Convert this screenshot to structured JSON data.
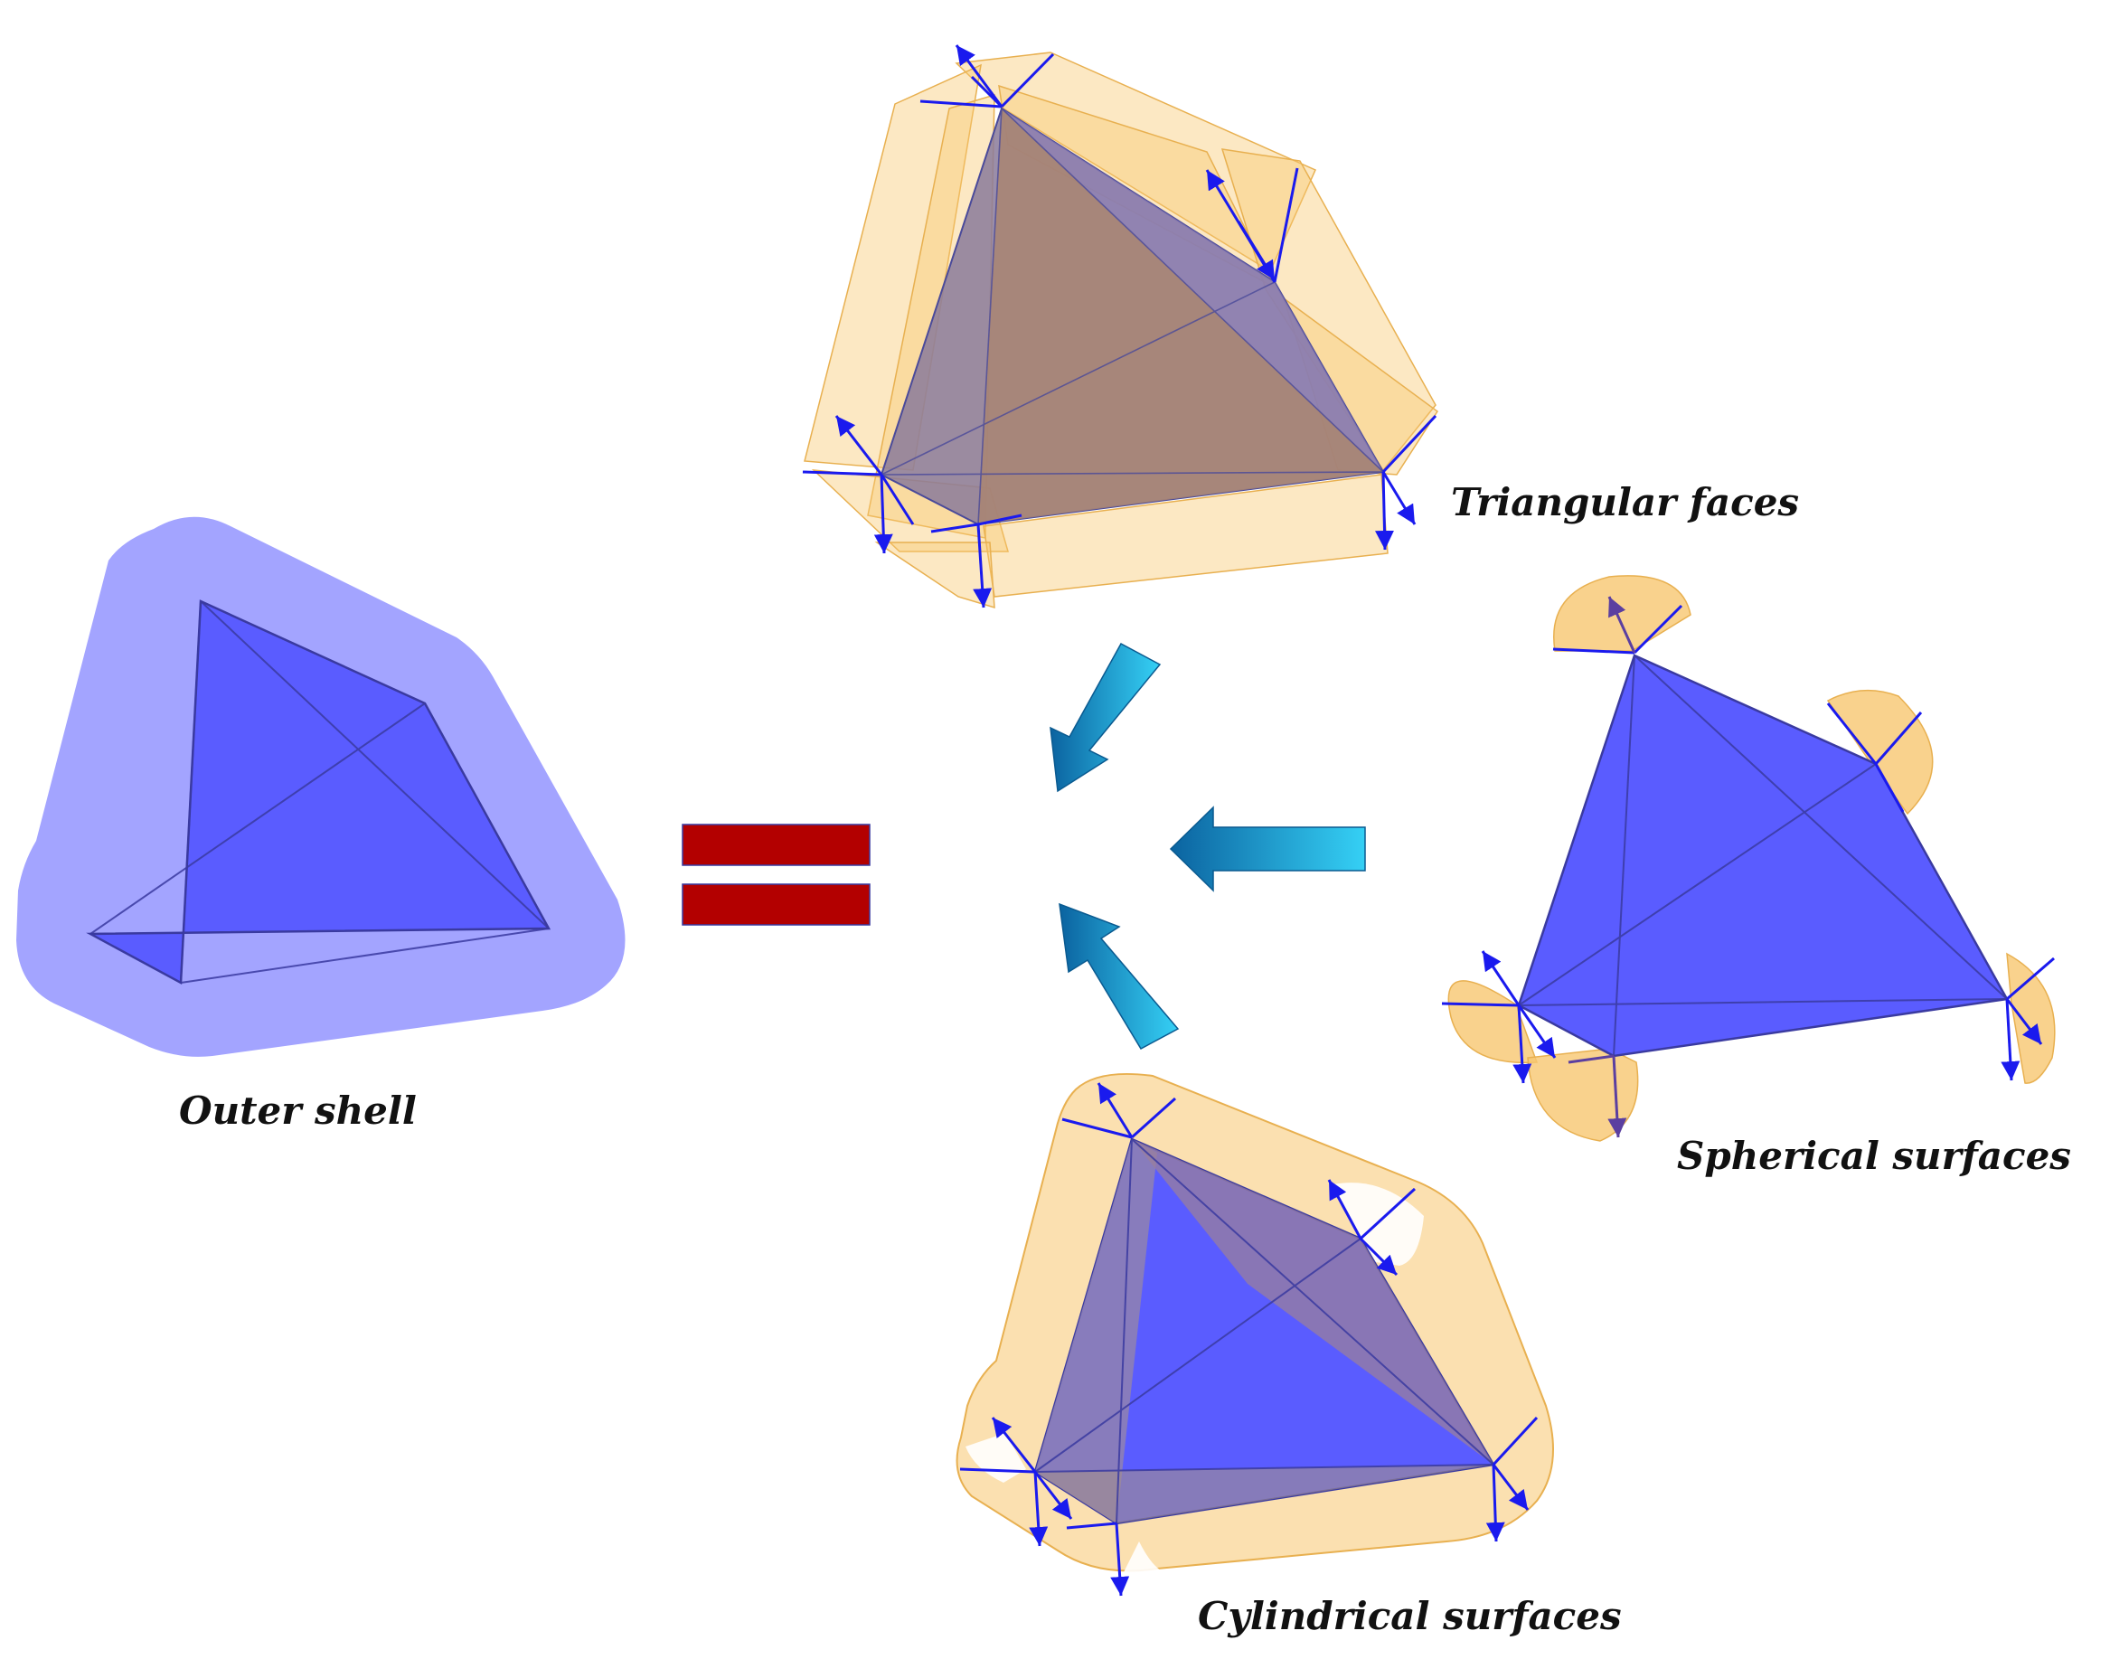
{
  "labels": {
    "outer_shell": "Outer shell",
    "triangular_faces": "Triangular faces",
    "spherical_surfaces": "Spherical surfaces",
    "cylindrical_surfaces": "Cylindrical surfaces"
  },
  "colors": {
    "background": "#ffffff",
    "tetra_fill": "#5a5cff",
    "tetra_edge": "#3a3aa0",
    "shell_fill": "#a3a4ff",
    "offset_fill": "#f7c770",
    "normal_arrow": "#1a1aee",
    "equals_sign": "#b30000",
    "flow_arrow_light": "#2ec8f0",
    "flow_arrow_dark": "#0b63a0"
  },
  "icons": {
    "equals": "equals-sign-icon",
    "flow_arrow": "arrow-icon"
  }
}
